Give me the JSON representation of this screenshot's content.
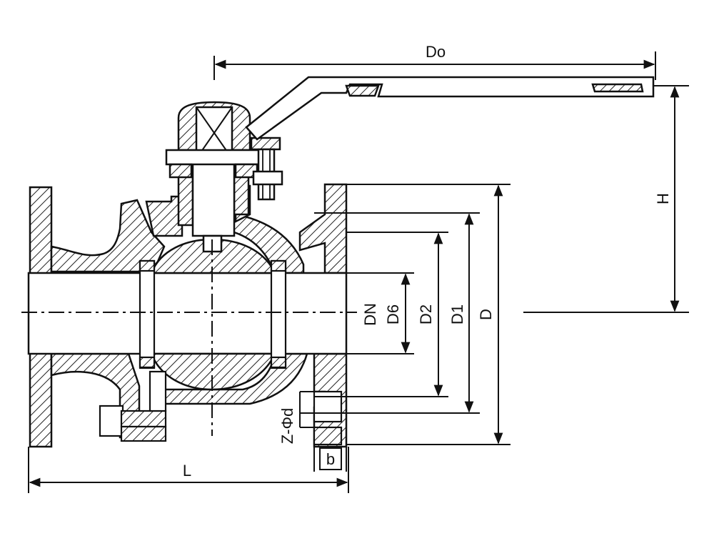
{
  "diagram": {
    "labels": {
      "Do": "Do",
      "H": "H",
      "DN": "DN",
      "D6": "D6",
      "D2": "D2",
      "D1": "D1",
      "D": "D",
      "Zd": "Z-Φd",
      "b": "b",
      "L": "L"
    },
    "colors": {
      "line": "#111111",
      "hatch": "#222222",
      "background": "#ffffff"
    }
  }
}
